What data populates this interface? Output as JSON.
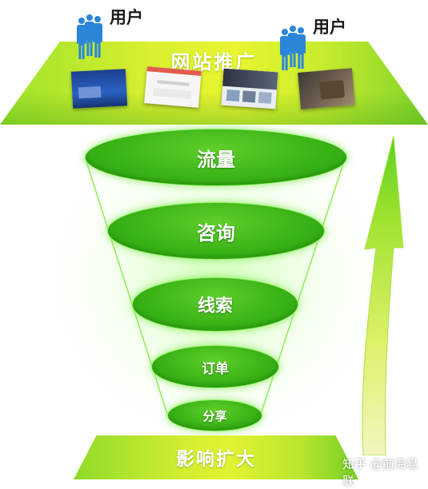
{
  "top": {
    "users_left": "用户",
    "users_right": "用户",
    "title": "网站推广"
  },
  "funnel": {
    "levels": [
      {
        "label": "流量"
      },
      {
        "label": "咨询"
      },
      {
        "label": "线索"
      },
      {
        "label": "订单"
      },
      {
        "label": "分享"
      }
    ]
  },
  "bottom": {
    "title": "影响扩大"
  },
  "watermark": "知乎 @前海易联",
  "colors": {
    "funnel_green": "#3bb418",
    "platform_yellow": "#e8f530",
    "person_blue": "#2b86d9"
  },
  "icons": [
    "person-group-icon",
    "growth-arrow-icon"
  ]
}
